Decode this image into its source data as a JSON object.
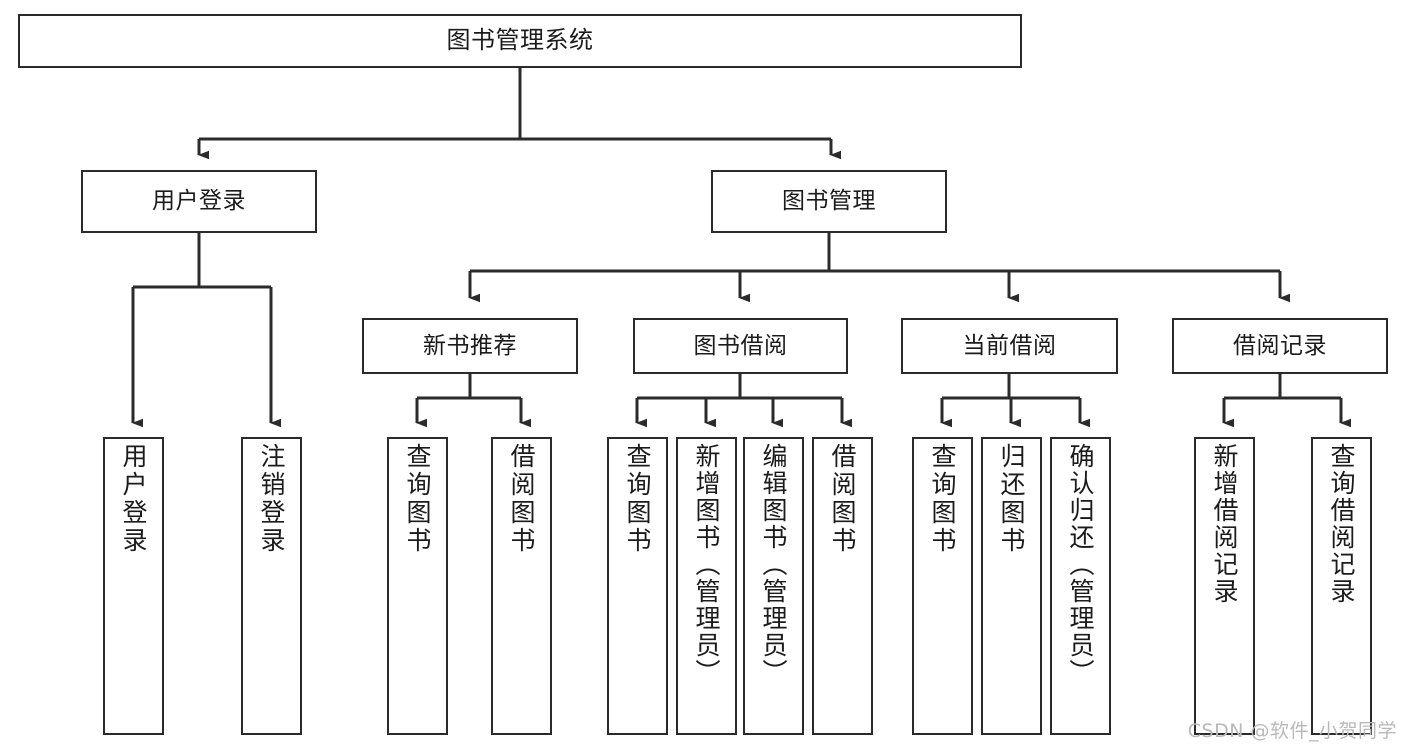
{
  "diagram": {
    "title": "图书管理系统",
    "type": "tree-hierarchy-diagram",
    "watermark": "CSDN @软件_小贺同学",
    "colors": {
      "box_border": "#2b2b2b",
      "box_fill": "#ffffff",
      "edge": "#2b2b2b",
      "text": "#1b1b1b",
      "watermark": "#b9b9b9",
      "background": "#ffffff"
    },
    "root": {
      "id": "root",
      "label": "图书管理系统"
    },
    "level2": [
      {
        "id": "user-login",
        "label": "用户登录"
      },
      {
        "id": "book-manage",
        "label": "图书管理"
      }
    ],
    "level3": [
      {
        "id": "new-book-recommend",
        "label": "新书推荐",
        "parent": "book-manage"
      },
      {
        "id": "book-borrow",
        "label": "图书借阅",
        "parent": "book-manage"
      },
      {
        "id": "current-borrow",
        "label": "当前借阅",
        "parent": "book-manage"
      },
      {
        "id": "borrow-record",
        "label": "借阅记录",
        "parent": "book-manage"
      }
    ],
    "leaves": {
      "user-login": [
        {
          "id": "leaf-user-login",
          "label": "用户登录"
        },
        {
          "id": "leaf-user-logout",
          "label": "注销登录"
        }
      ],
      "new-book-recommend": [
        {
          "id": "leaf-query-book-1",
          "label": "查询图书"
        },
        {
          "id": "leaf-borrow-book-1",
          "label": "借阅图书"
        }
      ],
      "book-borrow": [
        {
          "id": "leaf-query-book-2",
          "label": "查询图书"
        },
        {
          "id": "leaf-add-book",
          "label": "新增图书（管理员）"
        },
        {
          "id": "leaf-edit-book",
          "label": "编辑图书（管理员）"
        },
        {
          "id": "leaf-borrow-book-2",
          "label": "借阅图书"
        }
      ],
      "current-borrow": [
        {
          "id": "leaf-query-book-3",
          "label": "查询图书"
        },
        {
          "id": "leaf-return-book",
          "label": "归还图书"
        },
        {
          "id": "leaf-confirm-return",
          "label": "确认归还（管理员）"
        }
      ],
      "borrow-record": [
        {
          "id": "leaf-add-record",
          "label": "新增借阅记录"
        },
        {
          "id": "leaf-query-record",
          "label": "查询借阅记录"
        }
      ]
    }
  }
}
